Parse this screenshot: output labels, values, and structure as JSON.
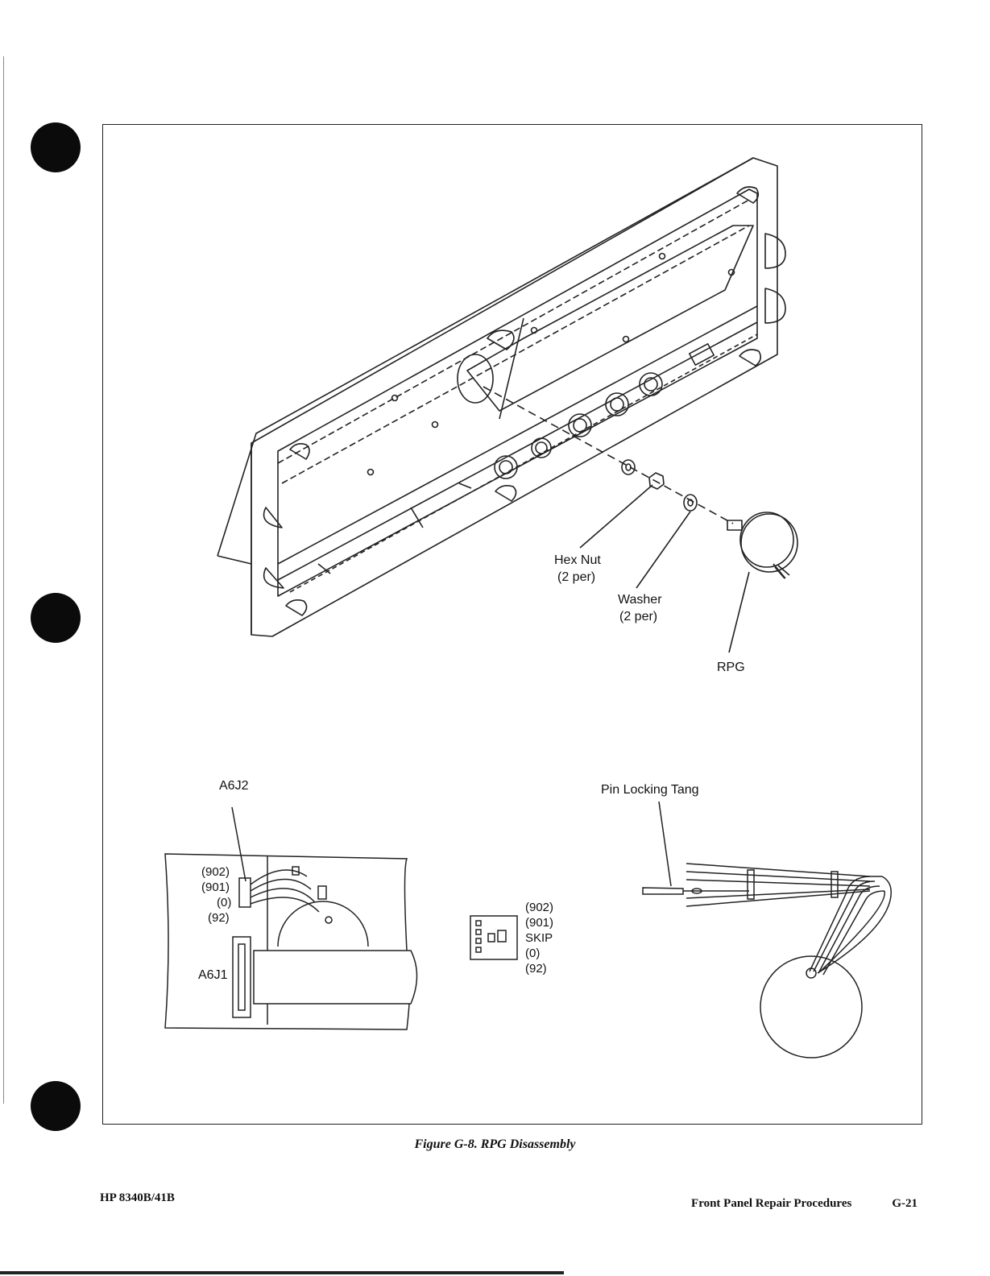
{
  "figure": {
    "labels": {
      "hex_nut": "Hex Nut",
      "hex_nut_qty": "(2 per)",
      "washer": "Washer",
      "washer_qty": "(2 per)",
      "rpg": "RPG",
      "a6j2": "A6J2",
      "a6j1": "A6J1",
      "pin_locking_tang": "Pin Locking Tang",
      "conn_left": [
        "(902)",
        "(901)",
        "(0)",
        "(92)"
      ],
      "conn_mid": [
        "(902)",
        "(901)",
        "SKIP",
        "(0)",
        "(92)"
      ]
    },
    "caption": "Figure G-8.   RPG Disassembly"
  },
  "footer": {
    "model": "HP 8340B/41B",
    "section": "Front Panel Repair Procedures",
    "page": "G-21"
  }
}
